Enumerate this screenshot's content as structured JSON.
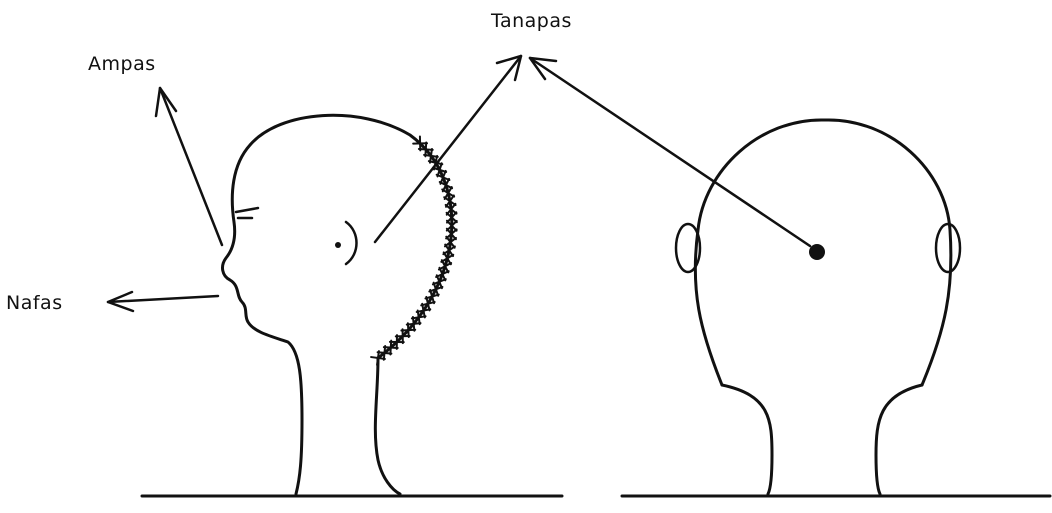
{
  "labels": {
    "ampas": "Ampas",
    "tanapas": "Tanapas",
    "nafas": "Nafas"
  },
  "colors": {
    "ink": "#111111",
    "background": "#ffffff"
  }
}
